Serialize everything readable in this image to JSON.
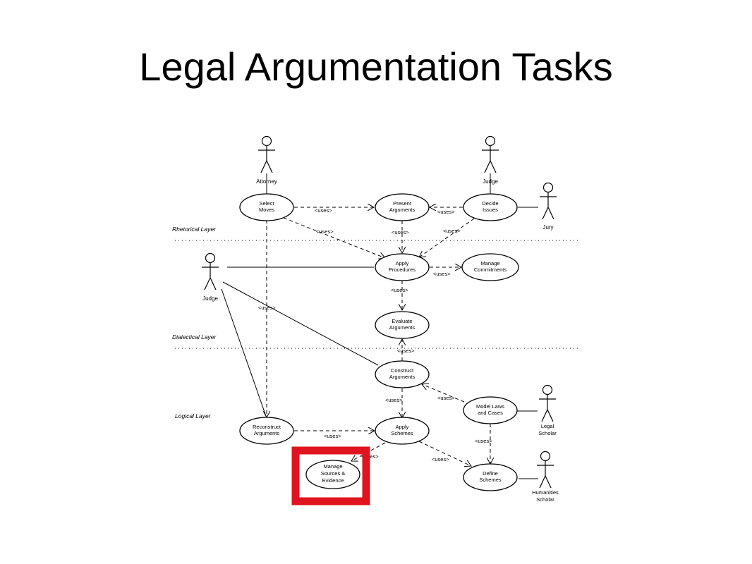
{
  "title": "Legal Argumentation Tasks",
  "layers": {
    "rhetorical": "Rhetorical Layer",
    "dialectical": "Dialectical Layer",
    "logical": "Logical Layer"
  },
  "actors": {
    "attorney": "Attorney",
    "judge_top": "Judge",
    "jury": "Jury",
    "judge_left": "Judge",
    "legal_scholar": [
      "Legal",
      "Scholar"
    ],
    "humanities_scholar": [
      "Humanities",
      "Scholar"
    ]
  },
  "use_cases": {
    "select_moves": [
      "Select",
      "Moves"
    ],
    "present_arguments": [
      "Present",
      "Arguments"
    ],
    "decide_issues": [
      "Decide",
      "Issues"
    ],
    "apply_procedures": [
      "Apply",
      "Procedures"
    ],
    "manage_commitments": [
      "Manage",
      "Commitments"
    ],
    "evaluate_arguments": [
      "Evaluate",
      "Arguments"
    ],
    "construct_arguments": [
      "Construct",
      "Arguments"
    ],
    "model_laws": [
      "Model Laws",
      "and Cases"
    ],
    "reconstruct_arguments": [
      "Reconstruct",
      "Arguments"
    ],
    "apply_schemes": [
      "Apply",
      "Schemes"
    ],
    "manage_sources": [
      "Manage",
      "Sources &",
      "Evidence"
    ],
    "define_schemes": [
      "Define",
      "Schemes"
    ]
  },
  "relation_label": "<uses>",
  "highlight_color": "#e0141e"
}
